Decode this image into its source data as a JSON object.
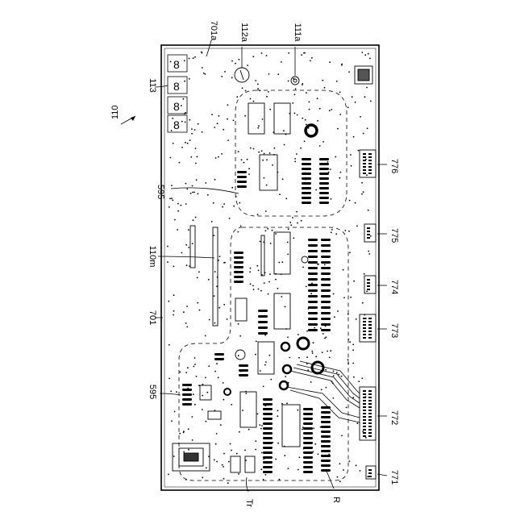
{
  "figure": {
    "labels": {
      "main_ref": "110",
      "ref_113": "113",
      "ref_701a": "701a",
      "ref_112a": "112a",
      "ref_111a": "111a",
      "ref_595_top": "595",
      "ref_110m": "110m",
      "ref_701": "701",
      "ref_595_bottom": "595",
      "ref_tr": "Tr",
      "ref_r": "R",
      "ref_776": "776",
      "ref_775": "775",
      "ref_774": "774",
      "ref_773": "773",
      "ref_772": "772",
      "ref_771": "771"
    },
    "colors": {
      "line": "#000000",
      "background": "#ffffff"
    }
  }
}
